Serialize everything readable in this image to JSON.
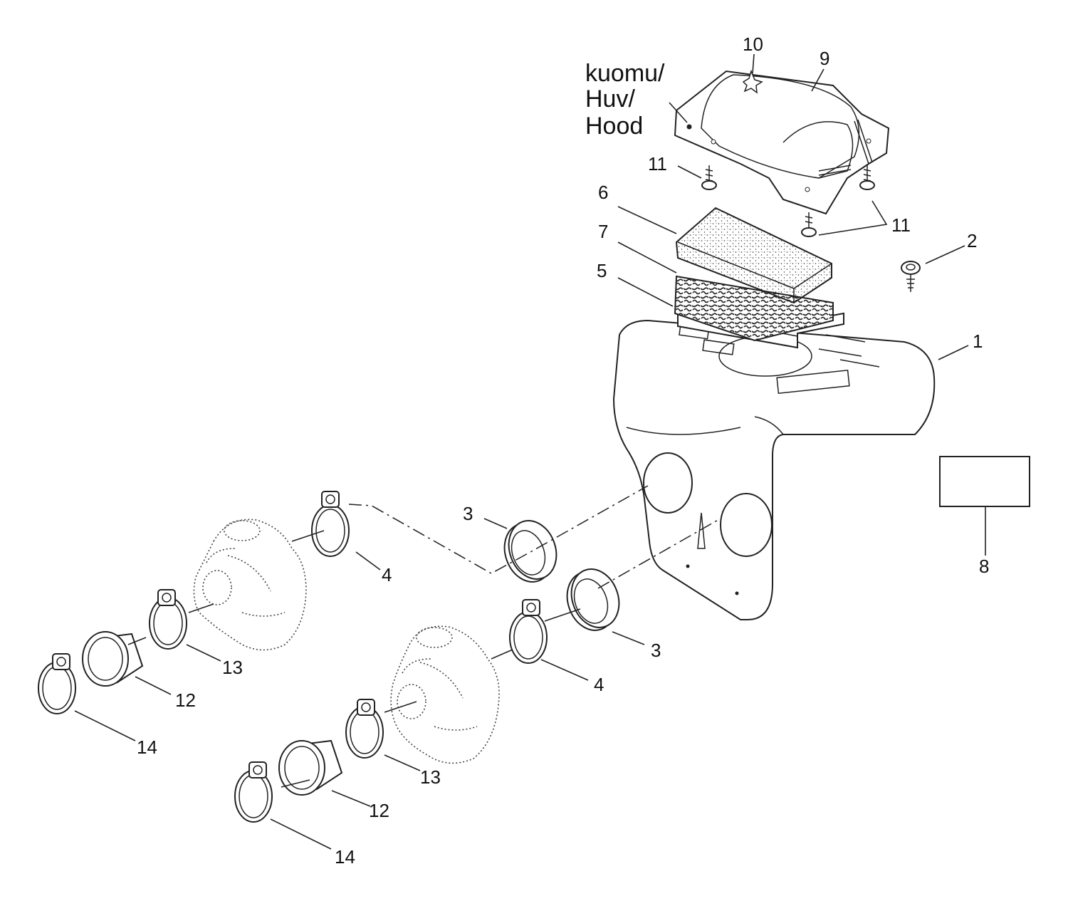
{
  "hood_label": {
    "line1": "kuomu/",
    "line2": "Huv/",
    "line3": "Hood"
  },
  "callouts": {
    "c1": "1",
    "c2": "2",
    "c3": "3",
    "c4": "4",
    "c5": "5",
    "c6": "6",
    "c7": "7",
    "c8": "8",
    "c9": "9",
    "c10": "10",
    "c11": "11",
    "c12": "12",
    "c13": "13",
    "c14": "14"
  },
  "colors": {
    "line": "#222222",
    "background": "#ffffff"
  }
}
